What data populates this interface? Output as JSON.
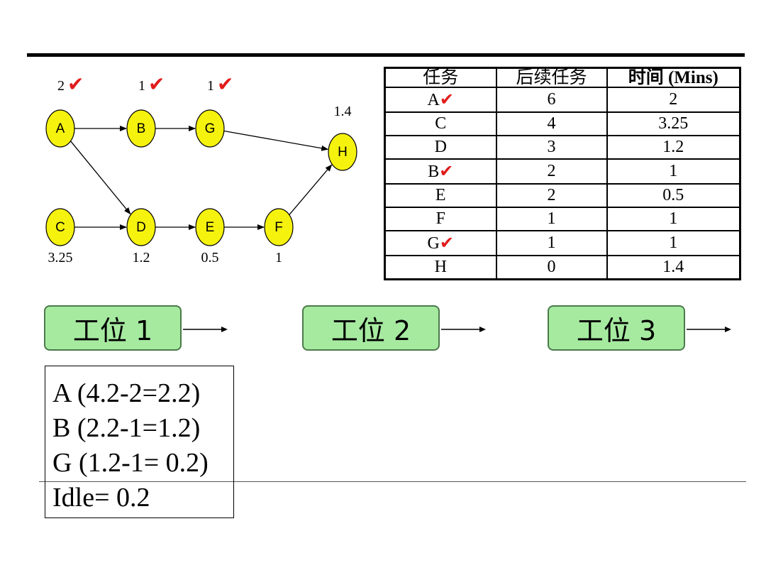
{
  "network": {
    "nodes": [
      {
        "id": "A",
        "top_label": "2",
        "checked": true
      },
      {
        "id": "B",
        "top_label": "1",
        "checked": true
      },
      {
        "id": "G",
        "top_label": "1",
        "checked": true
      },
      {
        "id": "H",
        "top_label": "1.4"
      },
      {
        "id": "C",
        "bottom_label": "3.25"
      },
      {
        "id": "D",
        "bottom_label": "1.2"
      },
      {
        "id": "E",
        "bottom_label": "0.5"
      },
      {
        "id": "F",
        "bottom_label": "1"
      }
    ],
    "edges": [
      [
        "A",
        "B"
      ],
      [
        "B",
        "G"
      ],
      [
        "G",
        "H"
      ],
      [
        "A",
        "D"
      ],
      [
        "C",
        "D"
      ],
      [
        "D",
        "E"
      ],
      [
        "E",
        "F"
      ],
      [
        "F",
        "H"
      ]
    ],
    "colors": {
      "node_fill": "#f5f20e",
      "check": "#e21b1b"
    }
  },
  "table": {
    "headers": [
      "任务",
      "后续任务",
      "时间 (Mins)"
    ],
    "rows": [
      {
        "task": "A",
        "checked": true,
        "successors": "6",
        "time": "2"
      },
      {
        "task": "C",
        "checked": false,
        "successors": "4",
        "time": "3.25"
      },
      {
        "task": "D",
        "checked": false,
        "successors": "3",
        "time": "1.2"
      },
      {
        "task": "B",
        "checked": true,
        "successors": "2",
        "time": "1"
      },
      {
        "task": "E",
        "checked": false,
        "successors": "2",
        "time": "0.5"
      },
      {
        "task": "F",
        "checked": false,
        "successors": "1",
        "time": "1"
      },
      {
        "task": "G",
        "checked": true,
        "successors": "1",
        "time": "1"
      },
      {
        "task": "H",
        "checked": false,
        "successors": "0",
        "time": "1.4"
      }
    ]
  },
  "stations": [
    "工位 1",
    "工位 2",
    "工位 3"
  ],
  "calc": {
    "lines": [
      "A (4.2-2=2.2)",
      "B (2.2-1=1.2)",
      "G (1.2-1= 0.2)",
      "Idle= 0.2"
    ]
  }
}
